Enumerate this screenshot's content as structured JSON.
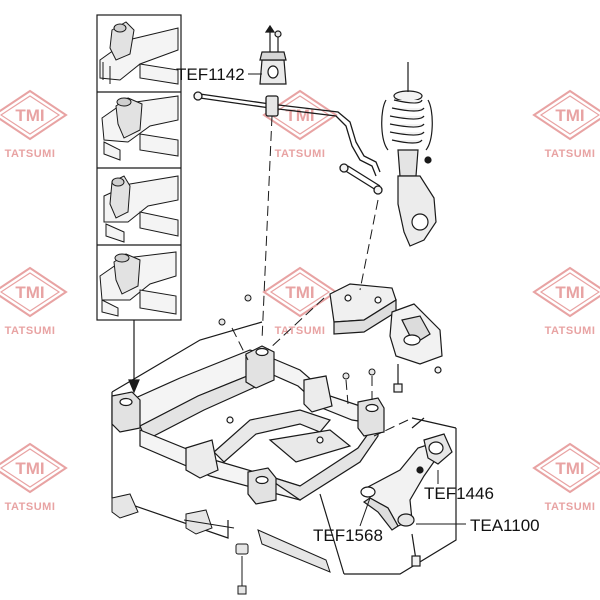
{
  "watermark": {
    "logo_text": "TMI",
    "brand_text": "TATSUMI",
    "color": "#e8a3a3"
  },
  "parts": [
    {
      "id": "stabilizer-bushing",
      "label": "TEF1142"
    },
    {
      "id": "rear-arm-bushing",
      "label": "TEF1446"
    },
    {
      "id": "front-arm-bushing",
      "label": "TEF1568"
    },
    {
      "id": "ball-joint",
      "label": "TEA1100"
    }
  ],
  "colors": {
    "line": "#1a1a1a",
    "fill": "#f4f4f4",
    "shade": "#cfcfcf"
  }
}
